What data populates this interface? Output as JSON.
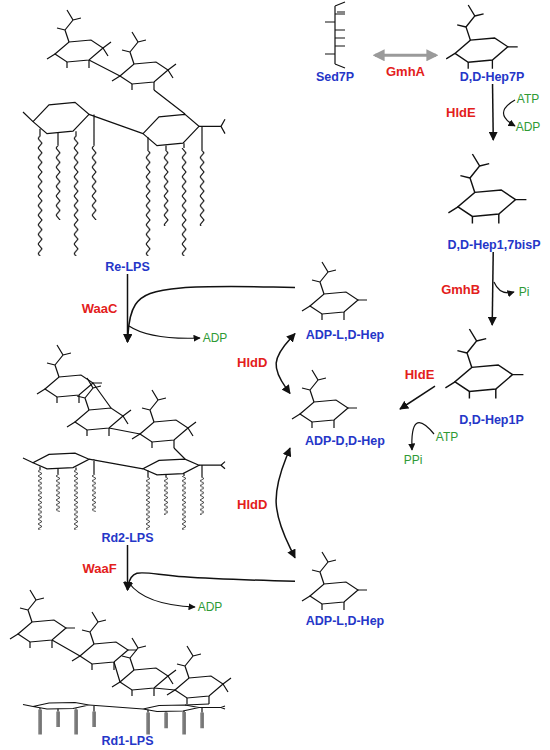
{
  "diagram": {
    "nodes": [
      {
        "text": [
          "Sed7P"
        ]
      },
      {
        "text": [
          "D,D-Hep7P"
        ]
      },
      {
        "text": [
          "D,D-Hep1,7bisP"
        ]
      },
      {
        "text": [
          "Re-LPS"
        ]
      },
      {
        "text": [
          "ADP-L,D-Hep"
        ]
      },
      {
        "text": [
          "D,D-Hep1P"
        ]
      },
      {
        "text": [
          "ADP-D,D-Hep"
        ]
      },
      {
        "text": [
          "Rd2-LPS"
        ]
      },
      {
        "text": [
          "ADP-L,D-Hep"
        ]
      },
      {
        "text": [
          "Rd1-LPS"
        ]
      }
    ],
    "edges": [
      {
        "from": 0,
        "to": 1,
        "label": "GmhA",
        "arrow": "both"
      },
      {
        "from": 1,
        "to": 2,
        "label": "HldE",
        "arrow": "to"
      },
      {
        "from": 2,
        "to": 5,
        "label": "GmhB",
        "arrow": "to"
      },
      {
        "from": 5,
        "to": 6,
        "label": "HldE",
        "arrow": "to"
      },
      {
        "from": 6,
        "to": 4,
        "label": "HldD",
        "arrow": "both"
      },
      {
        "from": 6,
        "to": 8,
        "label": "HldD",
        "arrow": "both"
      },
      {
        "from": 3,
        "to": 7,
        "label": "WaaC",
        "arrow": "to"
      },
      {
        "from": 4,
        "to": 7,
        "arrow": "to"
      },
      {
        "from": 7,
        "to": 9,
        "label": "WaaF",
        "arrow": "to"
      },
      {
        "from": 8,
        "to": 9,
        "arrow": "to"
      }
    ],
    "labels": [
      "ATP",
      "ADP",
      "Pi",
      "ADP",
      "ATP",
      "PPi",
      "ADP"
    ]
  }
}
